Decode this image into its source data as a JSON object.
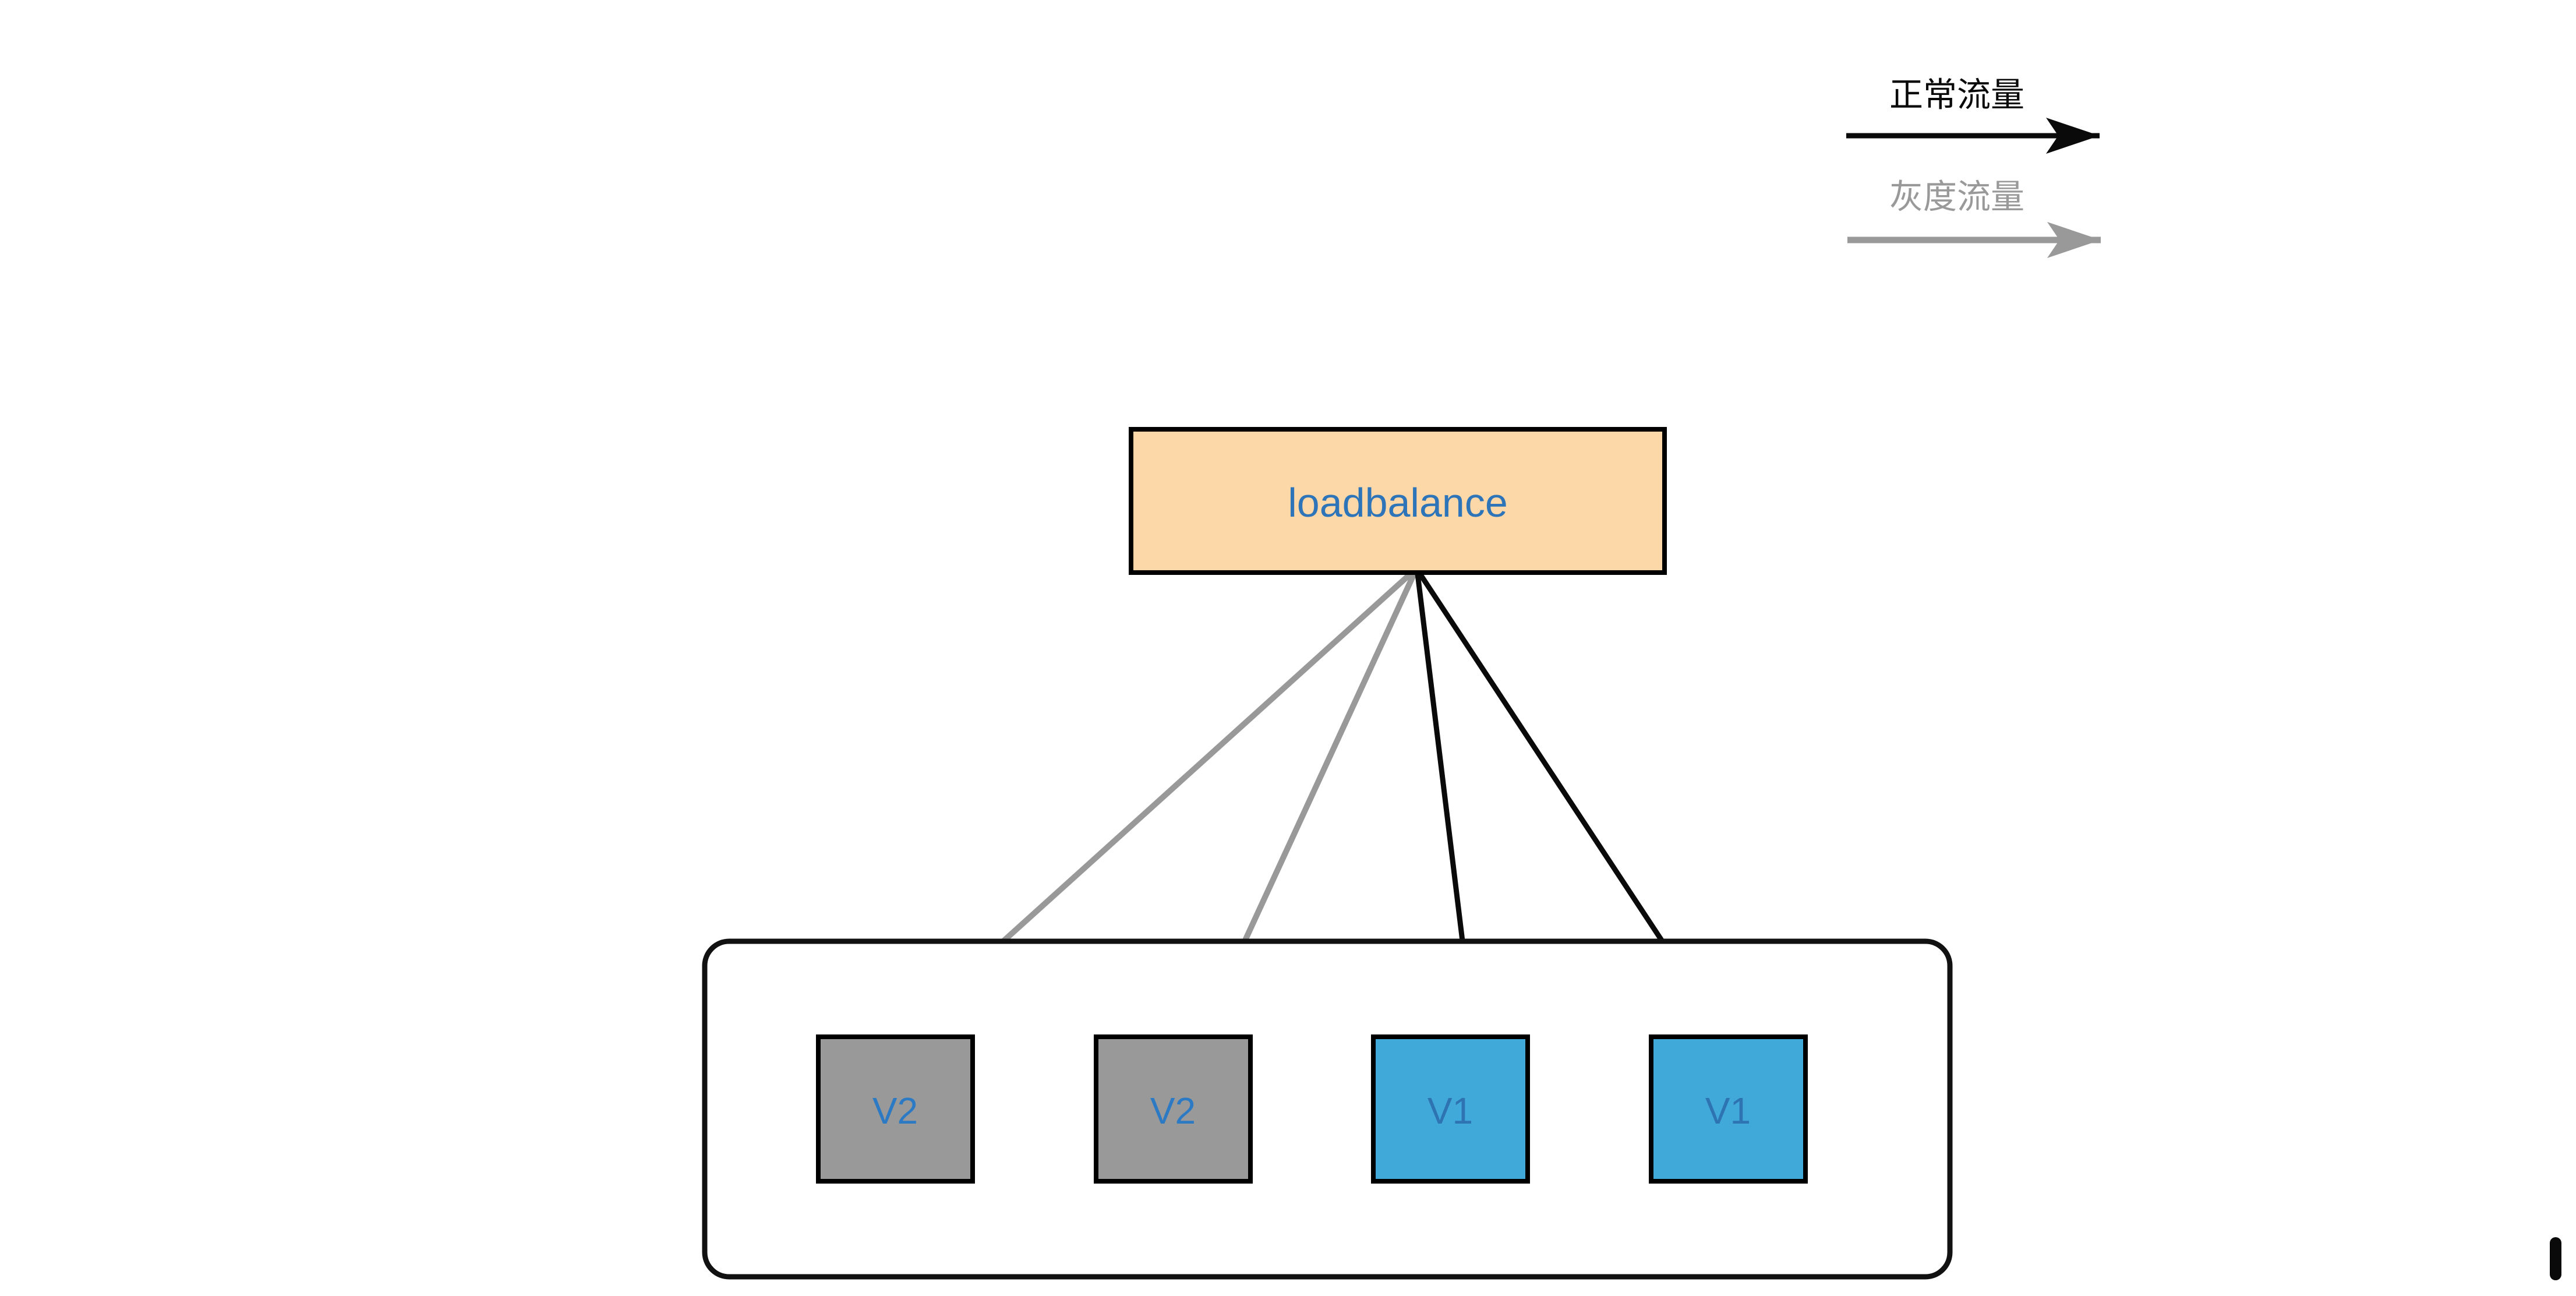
{
  "page": {
    "background": "#ffffff"
  },
  "legend": {
    "items": [
      {
        "id": "normal-traffic",
        "label": "正常流量",
        "color": "#0a0a0a"
      },
      {
        "id": "gray-traffic",
        "label": "灰度流量",
        "color": "#999999"
      }
    ]
  },
  "loadbalancer": {
    "label": "loadbalance",
    "fill": "#fcd8a8",
    "border": "#000000",
    "label_color": "#2d74b9"
  },
  "cluster": {
    "fill": "#ffffff",
    "border": "#111111"
  },
  "nodes": [
    {
      "label": "V2",
      "fill": "#999999",
      "border": "#000000",
      "label_color": "#2d7ac4"
    },
    {
      "label": "V2",
      "fill": "#999999",
      "border": "#000000",
      "label_color": "#2d7ac4"
    },
    {
      "label": "V1",
      "fill": "#41a9d9",
      "border": "#000000",
      "label_color": "#2e73b2"
    },
    {
      "label": "V1",
      "fill": "#41a9d9",
      "border": "#000000",
      "label_color": "#2e73b2"
    }
  ],
  "edges": [
    {
      "from": "loadbalance",
      "to": "node-1",
      "type": "gray-traffic",
      "color": "#999999"
    },
    {
      "from": "loadbalance",
      "to": "node-2",
      "type": "gray-traffic",
      "color": "#999999"
    },
    {
      "from": "loadbalance",
      "to": "node-3",
      "type": "normal-traffic",
      "color": "#0a0a0a"
    },
    {
      "from": "loadbalance",
      "to": "node-4",
      "type": "normal-traffic",
      "color": "#0a0a0a"
    }
  ]
}
